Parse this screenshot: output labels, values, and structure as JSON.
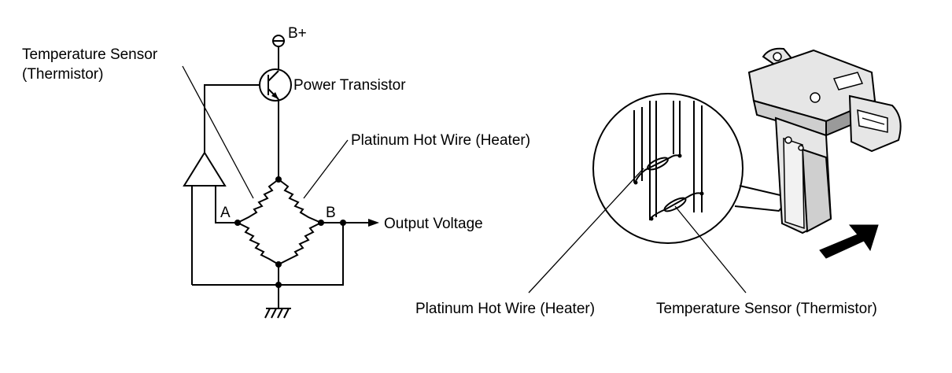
{
  "circuit": {
    "supply_label": "B+",
    "sensor_label_line1": "Temperature Sensor",
    "sensor_label_line2": "(Thermistor)",
    "transistor_label": "Power Transistor",
    "hotwire_label": "Platinum Hot Wire (Heater)",
    "node_a_label": "A",
    "node_b_label": "B",
    "output_label": "Output Voltage"
  },
  "sensor_view": {
    "hotwire_label": "Platinum Hot Wire (Heater)",
    "thermistor_label": "Temperature Sensor (Thermistor)"
  },
  "colors": {
    "line": "#000000",
    "background": "#ffffff",
    "housing_light": "#e6e6e6",
    "housing_dark": "#9a9a9a"
  }
}
